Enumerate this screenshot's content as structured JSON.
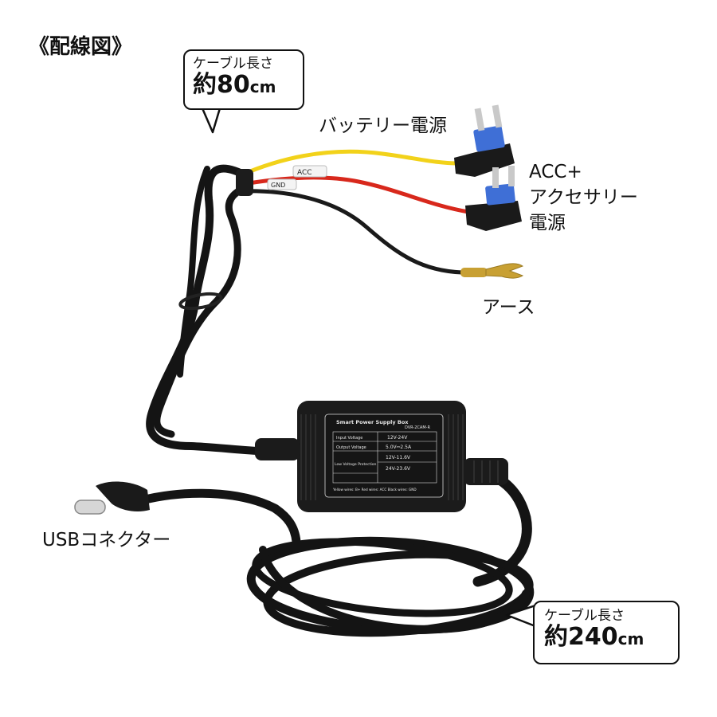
{
  "title": "《配線図》",
  "callout_top": {
    "caption": "ケーブル長さ",
    "prefix": "約",
    "length": "80",
    "unit": "cm"
  },
  "callout_bottom": {
    "caption": "ケーブル長さ",
    "prefix": "約",
    "length": "240",
    "unit": "cm"
  },
  "labels": {
    "battery": "バッテリー電源",
    "acc_line1": "ACC+",
    "acc_line2": "アクセサリー",
    "acc_line3": "電源",
    "ground": "アース",
    "usb": "USBコネクター"
  },
  "wire_tags": {
    "acc": "ACC",
    "gnd": "GND"
  },
  "box": {
    "heading": "Smart Power Supply Box",
    "model": "DVR-2CAM-R",
    "rows": [
      {
        "name": "Input Voltage",
        "value": "12V-24V"
      },
      {
        "name": "Output Voltage",
        "value": "5.0V⎓2.5A"
      },
      {
        "name": "Low Voltage Protection",
        "value": "12V-11.6V"
      },
      {
        "name": "",
        "value": "24V-23.6V"
      }
    ],
    "footer": "Yellow wires: B+  Red wires: ACC  Black wires: GND"
  },
  "colors": {
    "cable": "#141414",
    "yellow_wire": "#f2d21a",
    "red_wire": "#d8281c",
    "black_wire": "#1a1a1a",
    "fuse_blue": "#3f6fd6",
    "fuse_silver": "#c9c9c9",
    "terminal_gold": "#c8a033"
  }
}
